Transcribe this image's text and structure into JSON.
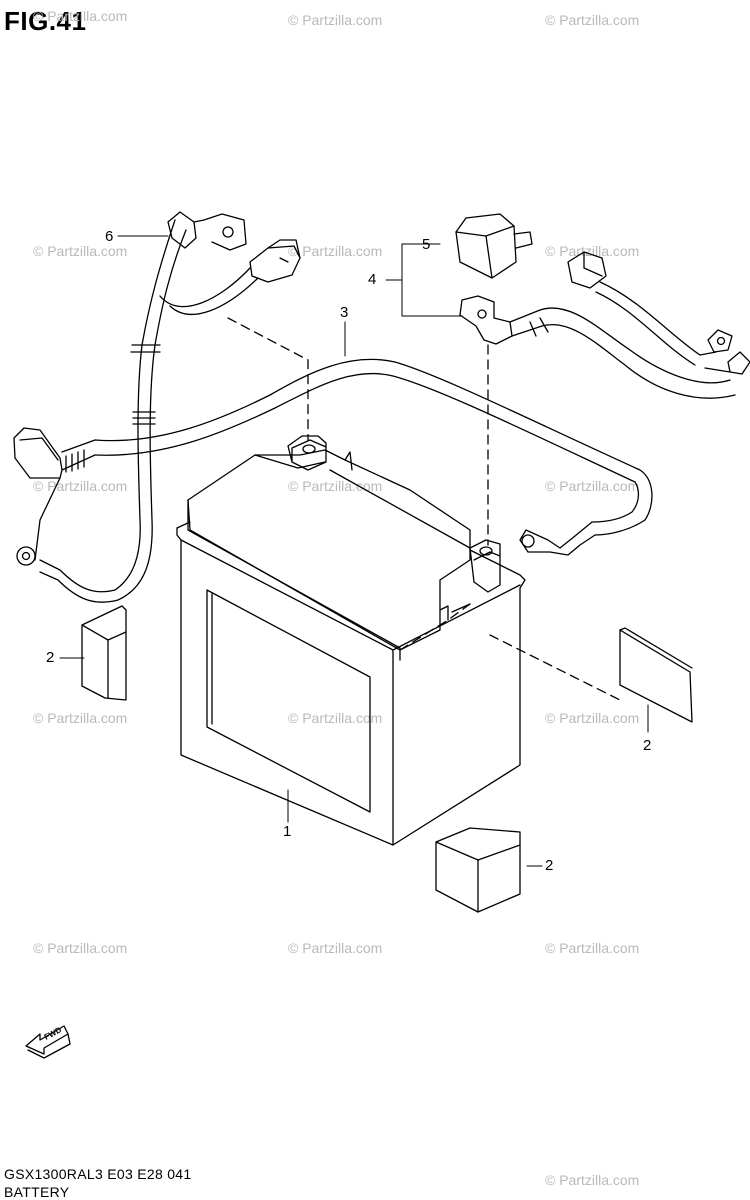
{
  "figure_title": "FIG.41",
  "watermark_text": "© Partzilla.com",
  "callouts": [
    "1",
    "2",
    "2",
    "2",
    "3",
    "4",
    "5",
    "6"
  ],
  "fwd_label": "FWD",
  "footer": {
    "model_code": "GSX1300RAL3  E03  E28  041",
    "section_name": "BATTERY"
  },
  "colors": {
    "line": "#000000",
    "watermark": "#b9b9b9",
    "background": "#ffffff"
  }
}
